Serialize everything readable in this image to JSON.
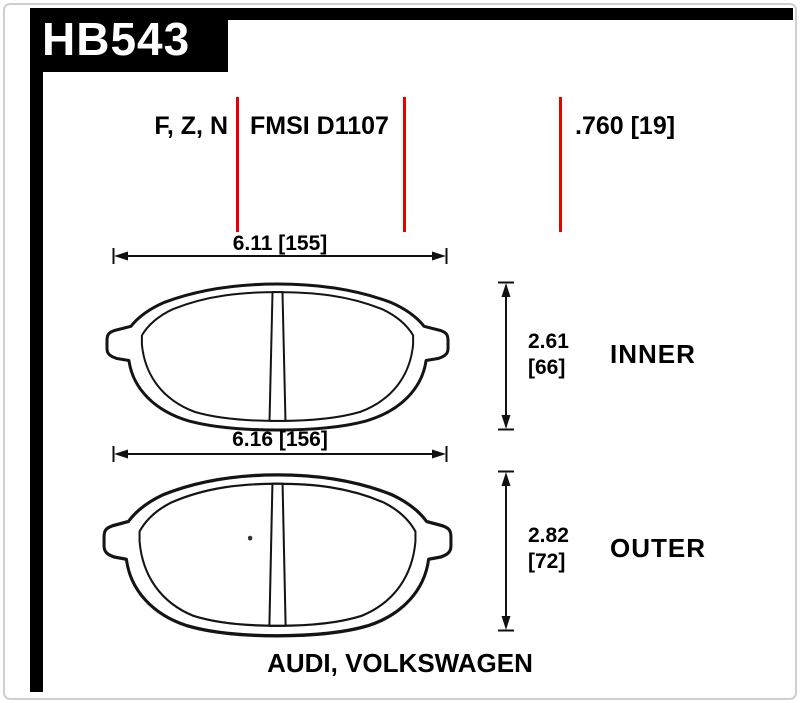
{
  "colors": {
    "accent-red": "#e80000",
    "ink": "#000000",
    "frame": "#cfcfcf"
  },
  "header": {
    "part_number": "HB543"
  },
  "specs": {
    "compounds": "F, Z, N",
    "fmsi": "FMSI D1107",
    "thickness": ".760 [19]"
  },
  "pads": [
    {
      "label": "INNER",
      "width_dim": "6.11 [155]",
      "height_in": "2.61",
      "height_mm": "[66]"
    },
    {
      "label": "OUTER",
      "width_dim": "6.16 [156]",
      "height_in": "2.82",
      "height_mm": "[72]"
    }
  ],
  "footer": {
    "vehicles": "AUDI, VOLKSWAGEN"
  }
}
